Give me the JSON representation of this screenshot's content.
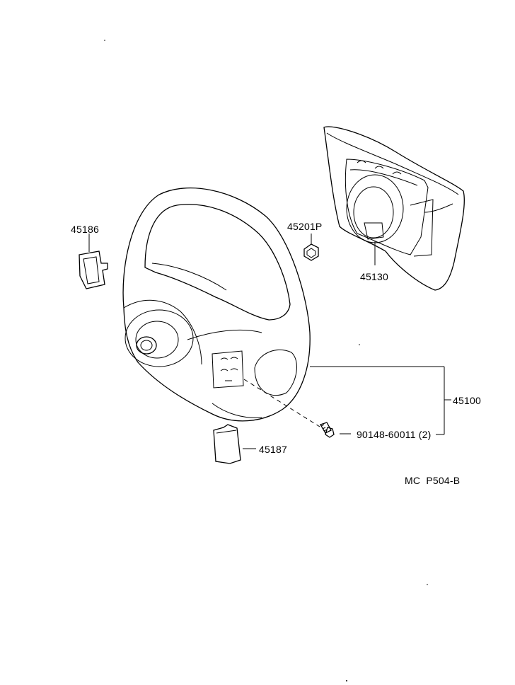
{
  "parts": [
    {
      "id": "steering-wheel-assy",
      "number": "45100"
    },
    {
      "id": "steering-wheel-pad",
      "number": "45130"
    },
    {
      "id": "steering-pad-cover-upper",
      "number": "45186"
    },
    {
      "id": "steering-pad-cover-lower",
      "number": "45187"
    },
    {
      "id": "steering-wheel-nut",
      "number": "45201P"
    },
    {
      "id": "screw",
      "number": "90148-60011 (2)"
    }
  ],
  "diagram_code": "MC  P504-B"
}
